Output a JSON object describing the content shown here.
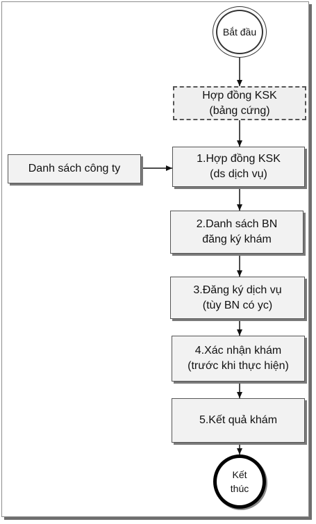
{
  "start": "Bắt đầu",
  "evidence": "Hợp đồng KSK\n(bảng cứng)",
  "company_list": "Danh sách công ty",
  "steps": [
    "1.Hợp đồng KSK\n(ds dịch vụ)",
    "2.Danh sách BN\nđăng ký khám",
    "3.Đăng ký dịch vụ\n(tùy BN có yc)",
    "4.Xác nhận khám\n(trước khi thực hiện)",
    "5.Kết quả khám"
  ],
  "end": "Kết\nthúc"
}
